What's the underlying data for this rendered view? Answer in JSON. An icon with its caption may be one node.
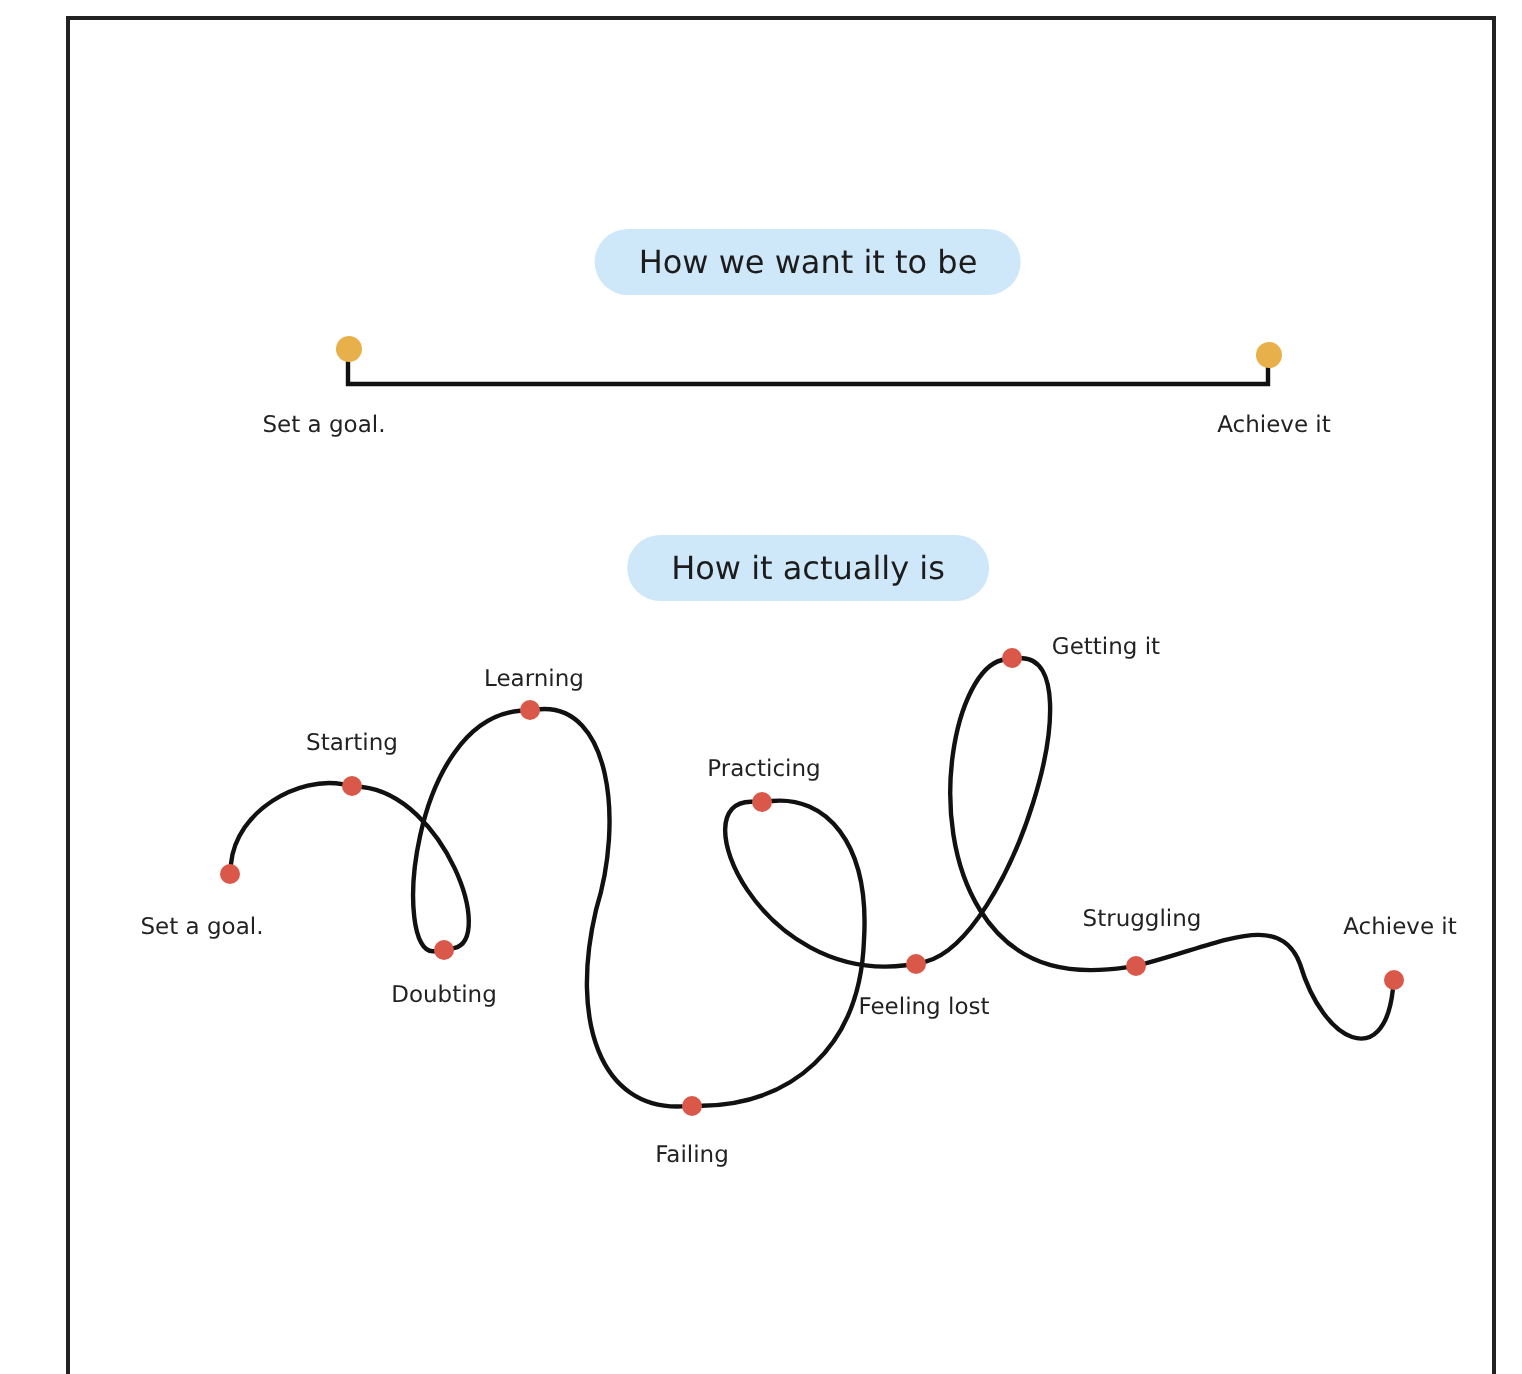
{
  "diagram": {
    "nodes": [
      {
        "text": [
          "How we want it to be"
        ]
      },
      {
        "text": [],
        "shape": "circle",
        "beside": [
          "Set a goal."
        ]
      },
      {
        "text": [],
        "shape": "circle",
        "beside": [
          "Achieve it"
        ]
      },
      {
        "text": [
          "How it actually is"
        ]
      },
      {
        "text": [],
        "shape": "circle",
        "beside": [
          "Set a goal."
        ]
      },
      {
        "text": [],
        "shape": "circle",
        "beside": [
          "Starting"
        ]
      },
      {
        "text": [],
        "shape": "circle",
        "beside": [
          "Doubting"
        ]
      },
      {
        "text": [],
        "shape": "circle",
        "beside": [
          "Learning"
        ]
      },
      {
        "text": [],
        "shape": "circle",
        "beside": [
          "Failing"
        ]
      },
      {
        "text": [],
        "shape": "circle",
        "beside": [
          "Practicing"
        ]
      },
      {
        "text": [],
        "shape": "circle",
        "beside": [
          "Feeling lost"
        ]
      },
      {
        "text": [],
        "shape": "circle",
        "beside": [
          "Getting it"
        ]
      },
      {
        "text": [],
        "shape": "circle",
        "beside": [
          "Struggling"
        ]
      },
      {
        "text": [],
        "shape": "circle",
        "beside": [
          "Achieve it"
        ]
      }
    ],
    "edges": [
      {
        "from": 1,
        "to": 2,
        "arrow": "none"
      },
      {
        "from": 4,
        "to": 5,
        "arrow": "none"
      },
      {
        "from": 5,
        "to": 6,
        "arrow": "none"
      },
      {
        "from": 6,
        "to": 7,
        "arrow": "none"
      },
      {
        "from": 7,
        "to": 8,
        "arrow": "none"
      },
      {
        "from": 8,
        "to": 9,
        "arrow": "none"
      },
      {
        "from": 9,
        "to": 10,
        "arrow": "none"
      },
      {
        "from": 10,
        "to": 11,
        "arrow": "none"
      },
      {
        "from": 11,
        "to": 12,
        "arrow": "none"
      },
      {
        "from": 12,
        "to": 13,
        "arrow": "none"
      }
    ]
  }
}
